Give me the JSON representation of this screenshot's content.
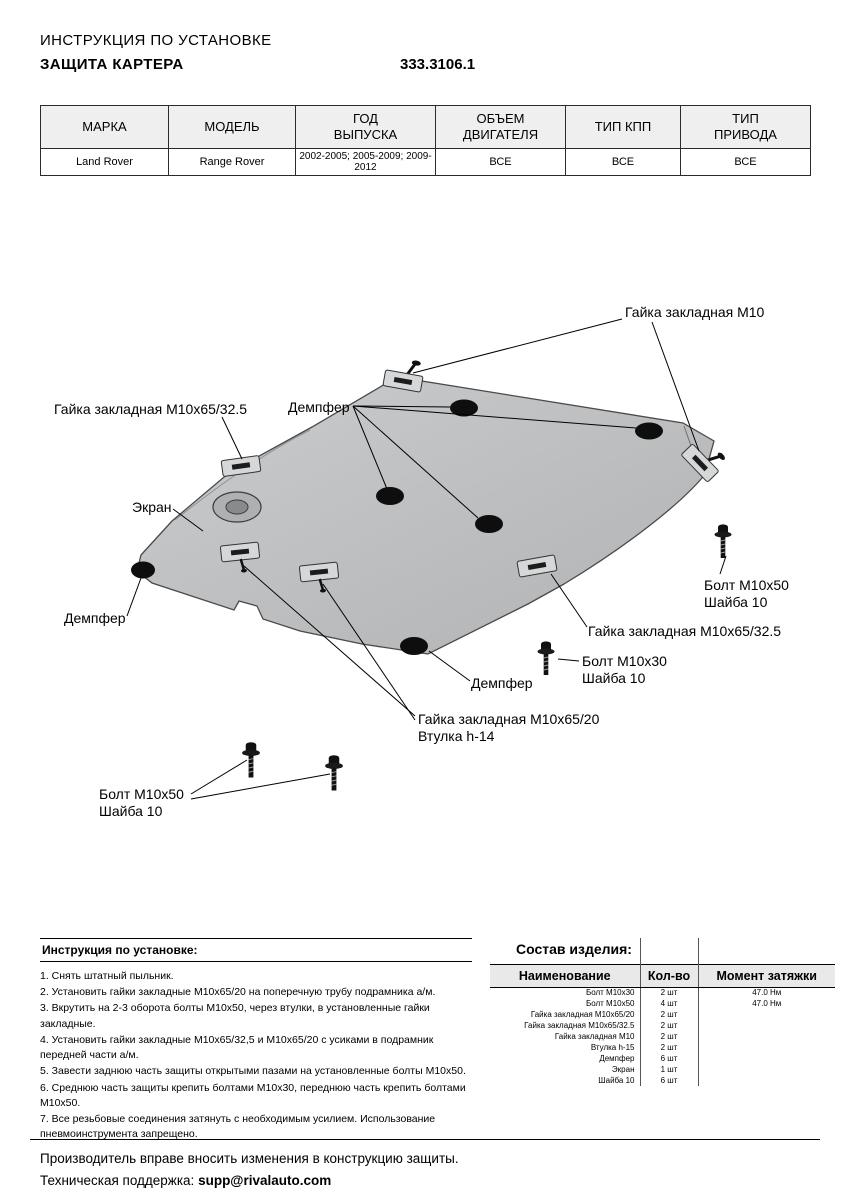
{
  "header": {
    "title_line1": "ИНСТРУКЦИЯ ПО УСТАНОВКЕ",
    "title_line2": "ЗАЩИТА КАРТЕРА",
    "part_number": "333.3106.1"
  },
  "vehicle_table": {
    "headers": [
      "МАРКА",
      "МОДЕЛЬ",
      "ГОД\nВЫПУСКА",
      "ОБЪЕМ\nДВИГАТЕЛЯ",
      "ТИП КПП",
      "ТИП\nПРИВОДА"
    ],
    "row": [
      "Land Rover",
      "Range Rover",
      "2002-2005; 2005-2009; 2009-2012",
      "ВСЕ",
      "ВСЕ",
      "ВСЕ"
    ]
  },
  "diagram": {
    "labels": [
      {
        "line1": "Гайка закладная М10"
      },
      {
        "line1": "Демпфер"
      },
      {
        "line1": "Гайка закладная М10х65/32.5"
      },
      {
        "line1": "Экран"
      },
      {
        "line1": "Демпфер"
      },
      {
        "line1": "Болт М10х50",
        "line2": "Шайба 10"
      },
      {
        "line1": "Гайка закладная М10х65/32.5"
      },
      {
        "line1": "Болт М10х30",
        "line2": "Шайба 10"
      },
      {
        "line1": "Демпфер"
      },
      {
        "line1": "Гайка закладная М10х65/20",
        "line2": "Втулка h-14"
      },
      {
        "line1": "Болт М10х50",
        "line2": "Шайба 10"
      }
    ]
  },
  "instructions": {
    "title": "Инструкция по установке:",
    "steps": [
      "1. Снять штатный пыльник.",
      "2. Установить гайки закладные М10х65/20 на поперечную трубу подрамника а/м.",
      "3. Вкрутить на 2-3 оборота болты М10х50, через втулки, в установленные гайки закладные.",
      "4. Установить гайки закладные М10х65/32,5 и М10х65/20 с усиками в подрамник передней части а/м.",
      "5. Завести заднюю часть защиты открытыми пазами на установленные болты М10х50.",
      "6. Среднюю часть защиты крепить болтами М10х30, переднюю часть крепить болтами М10х50.",
      "7. Все резьбовые соединения затянуть с необходимым усилием. Использование пневмоинструмента запрещено."
    ]
  },
  "parts": {
    "title": "Состав изделия:",
    "headers": [
      "Наименование",
      "Кол-во",
      "Момент затяжки"
    ],
    "rows": [
      {
        "name": "Болт М10х30",
        "qty": "2 шт",
        "torque": "47.0 Нм"
      },
      {
        "name": "Болт М10х50",
        "qty": "4 шт",
        "torque": "47.0 Нм"
      },
      {
        "name": "Гайка закладная М10х65/20",
        "qty": "2 шт",
        "torque": ""
      },
      {
        "name": "Гайка закладная М10х65/32.5",
        "qty": "2 шт",
        "torque": ""
      },
      {
        "name": "Гайка закладная М10",
        "qty": "2 шт",
        "torque": ""
      },
      {
        "name": "Втулка h-15",
        "qty": "2 шт",
        "torque": ""
      },
      {
        "name": "Демпфер",
        "qty": "6 шт",
        "torque": ""
      },
      {
        "name": "Экран",
        "qty": "1 шт",
        "torque": ""
      },
      {
        "name": "Шайба 10",
        "qty": "6 шт",
        "torque": ""
      }
    ]
  },
  "footer": {
    "note": "Производитель вправе вносить изменения в конструкцию защиты.",
    "support_label": "Техническая поддержка:",
    "support_email": "supp@rivalauto.com"
  },
  "colors": {
    "plate_fill": "#bfc1c3",
    "plate_stroke": "#4a4a4a",
    "damper": "#0e0e0e",
    "table_header_bg": "#efefef"
  }
}
